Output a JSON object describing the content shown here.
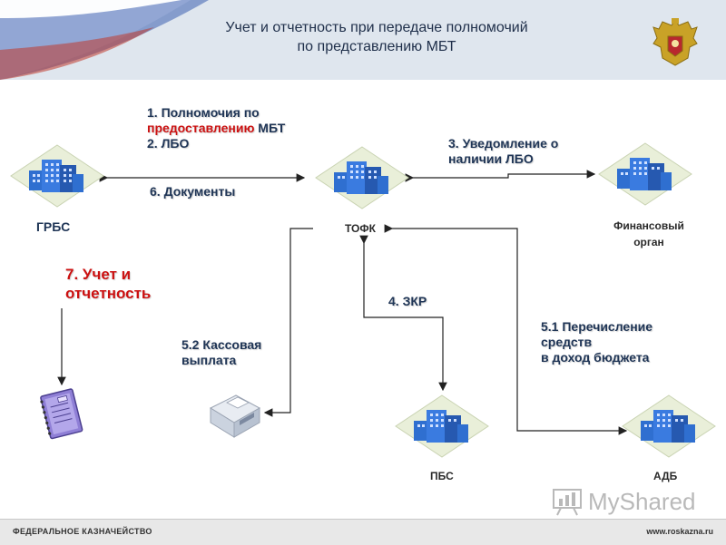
{
  "header": {
    "title_line1": "Учет и отчетность при  передаче полномочий",
    "title_line2": "по представлению МБТ"
  },
  "nodes": {
    "grbs": "ГРБС",
    "tofk": "ТОФК",
    "fin_organ_line1": "Финансовый",
    "fin_organ_line2": "орган",
    "pbs": "ПБС",
    "adb": "АДБ"
  },
  "flows": {
    "f1_prefix": "1.   Полномочия по",
    "f1_red": "предоставлению",
    "f1_tail": " МБТ",
    "f1_line3": "2. ЛБО",
    "f3_line1": "3. Уведомление о",
    "f3_line2": "наличии ЛБО",
    "f6": "6. Документы",
    "f7_line1": "7. Учет и",
    "f7_line2": "отчетность",
    "f4": "4. ЗКР",
    "f52_line1": "5.2 Кассовая",
    "f52_line2": "выплата",
    "f51_line1": "5.1 Перечисление",
    "f51_line2": "средств",
    "f51_line3": "в доход бюджета"
  },
  "watermark": {
    "text": "MyShared"
  },
  "footer": {
    "left": "ФЕДЕРАЛЬНОЕ КАЗНАЧЕЙСТВО",
    "right": "www.roskazna.ru"
  },
  "colors": {
    "header_bg": "#dfe6ee",
    "building_blue": "#2f6fd0",
    "label_dark": "#1f3556",
    "accent_red": "#cc1111"
  }
}
